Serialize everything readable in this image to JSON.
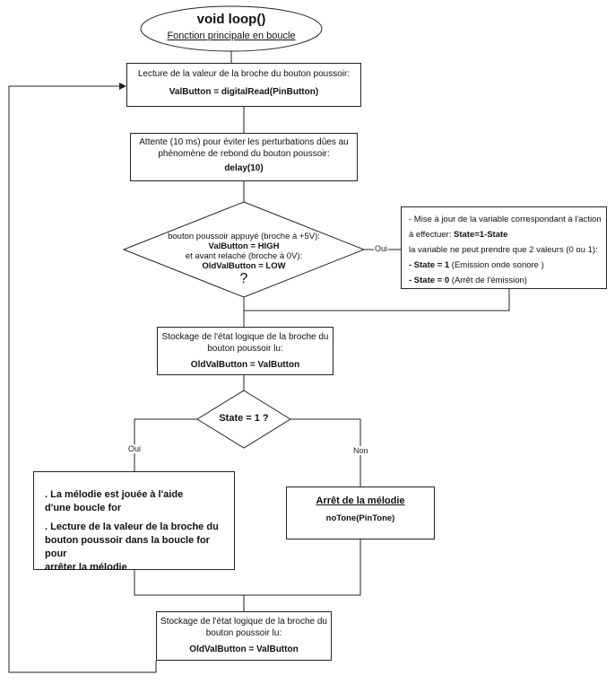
{
  "start": {
    "title": "void loop()",
    "subtitle": "Fonction principale en boucle"
  },
  "box1": {
    "line1": "Lecture de la valeur de la broche du bouton poussoir:",
    "code": "ValButton = digitalRead(PinButton)"
  },
  "box2": {
    "line1": "Attente (10 ms) pour éviter les perturbations dûes au",
    "line2": "phénomène de rebond du bouton poussoir:",
    "code": "delay(10)"
  },
  "decision1": {
    "line1": "bouton poussoir appuyé (broche à +5V):",
    "code1": "ValButton = HIGH",
    "line2": "et avant relaché (broche à 0V):",
    "code2": "OldValButton = LOW",
    "question": "?"
  },
  "label_oui_1": "Oui",
  "update_box": {
    "line1": "- Mise à jour de la variable correspondant à l'action",
    "line2a": "à effectuer: ",
    "line2b": "State=1-State",
    "line3": "la variable ne peut prendre que 2 valeurs (0 ou 1):",
    "item1_bold": "- State = 1",
    "item1_rest": " (Emission onde sonore )",
    "item2_bold": "- State = 0",
    "item2_rest": " (Arrêt de l'émission)"
  },
  "store1": {
    "line1": "Stockage de l'état logique de la broche du",
    "line2": "bouton poussoir lu:",
    "code": "OldValButton = ValButton"
  },
  "decision2": {
    "text": "State = 1 ?"
  },
  "label_oui_2": "Oui",
  "label_non": "Non",
  "melody_box": {
    "line1": ". La mélodie est jouée à l'aide",
    "line2": "d'une boucle for",
    "line3": ". Lecture de la valeur de la broche du",
    "line4": "bouton poussoir dans la boucle for pour",
    "line5": "arrêter la mélodie"
  },
  "stop_box": {
    "title": "Arrêt de la mélodie",
    "code": "noTone(PinTone)"
  },
  "store2": {
    "line1": "Stockage de l'état logique de la broche du",
    "line2": "bouton poussoir lu:",
    "code": "OldValButton = ValButton"
  }
}
